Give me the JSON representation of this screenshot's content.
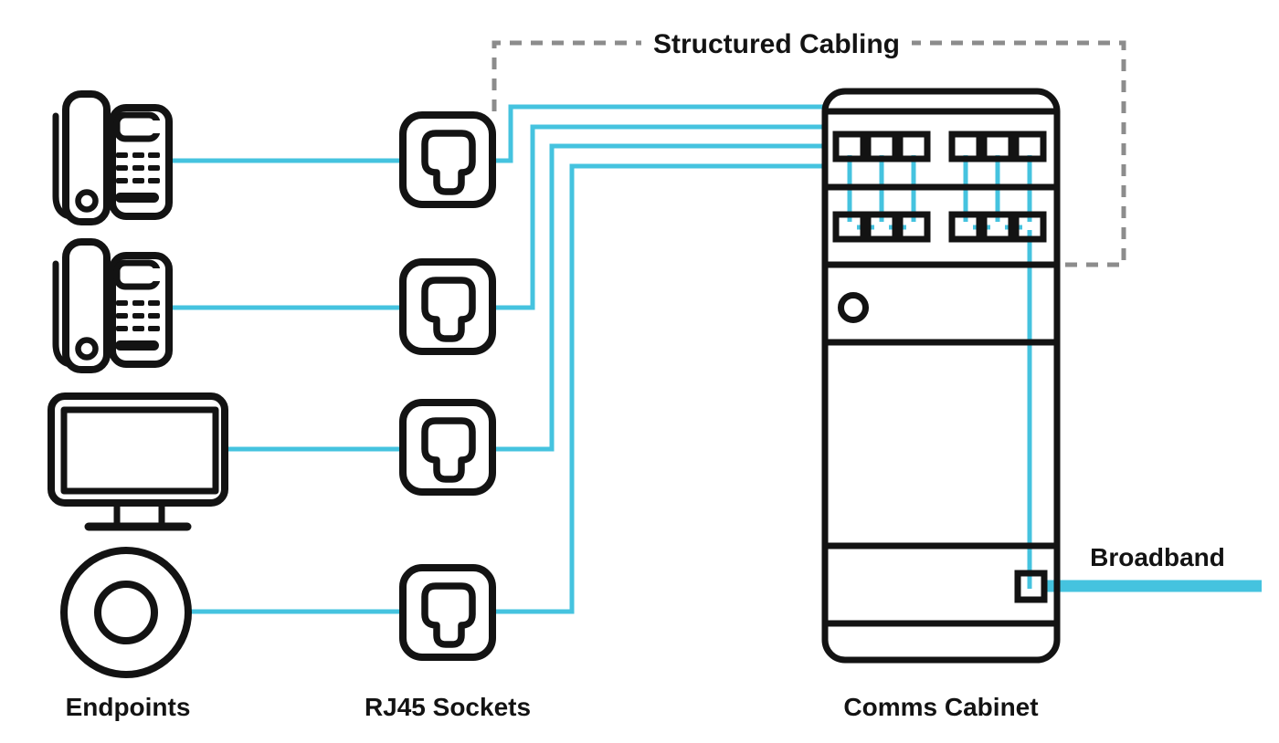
{
  "diagram": {
    "structured_cabling_label": "Structured Cabling",
    "broadband_label": "Broadband",
    "columns": [
      {
        "id": "endpoints",
        "label": "Endpoints",
        "items": [
          "desk-phone",
          "desk-phone",
          "computer-monitor",
          "round-device"
        ]
      },
      {
        "id": "rj45-sockets",
        "label": "RJ45 Sockets",
        "items": [
          "rj45-socket",
          "rj45-socket",
          "rj45-socket",
          "rj45-socket"
        ]
      },
      {
        "id": "comms-cabinet",
        "label": "Comms Cabinet",
        "cabinet": {
          "patch_panel_top_ports": 6,
          "patch_panel_bottom_ports": 6,
          "port_groups": 2,
          "has_indicator_circle": true,
          "has_broadband_port": true
        }
      }
    ],
    "connections": [
      {
        "from": "desk-phone-1",
        "to": "rj45-socket-1"
      },
      {
        "from": "desk-phone-2",
        "to": "rj45-socket-2"
      },
      {
        "from": "computer-monitor",
        "to": "rj45-socket-3"
      },
      {
        "from": "round-device",
        "to": "rj45-socket-4"
      },
      {
        "from": "rj45-socket-1",
        "to": "comms-cabinet"
      },
      {
        "from": "rj45-socket-2",
        "to": "comms-cabinet"
      },
      {
        "from": "rj45-socket-3",
        "to": "comms-cabinet"
      },
      {
        "from": "rj45-socket-4",
        "to": "comms-cabinet"
      },
      {
        "from": "comms-cabinet",
        "to": "broadband"
      }
    ]
  },
  "colors": {
    "cable": "#45C3DF",
    "outline": "#131313",
    "dashed": "#8C8C8C",
    "background": "#FFFFFF",
    "text": "#131313"
  }
}
